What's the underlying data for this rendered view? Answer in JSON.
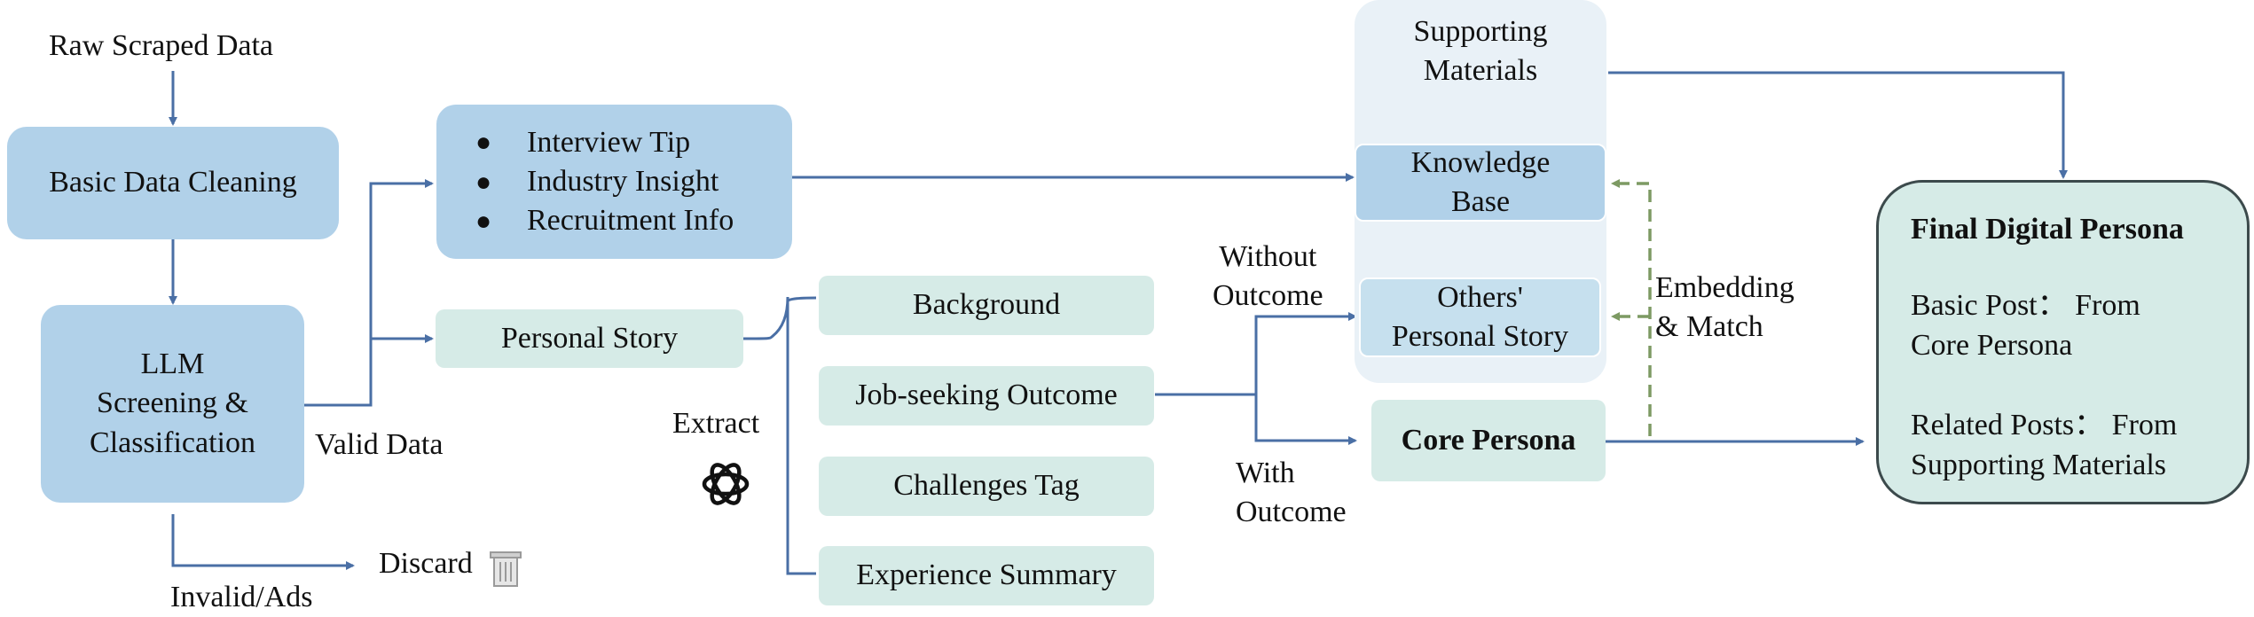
{
  "raw_data": "Raw Scraped Data",
  "basic_cleaning": "Basic Data Cleaning",
  "llm": {
    "line1": "LLM",
    "line2": "Screening &",
    "line3": "Classification"
  },
  "valid_data": "Valid Data",
  "invalid_ads": "Invalid/Ads",
  "discard": "Discard",
  "info_items": [
    "Interview Tip",
    "Industry Insight",
    "Recruitment Info"
  ],
  "personal_story": "Personal Story",
  "extract": "Extract",
  "tags": [
    "Background",
    "Job-seeking Outcome",
    "Challenges Tag",
    "Experience Summary"
  ],
  "without_outcome": {
    "line1": "Without",
    "line2": "Outcome"
  },
  "with_outcome": {
    "line1": "With",
    "line2": "Outcome"
  },
  "supporting": {
    "line1": "Supporting",
    "line2": "Materials"
  },
  "knowledge_base": {
    "line1": "Knowledge",
    "line2": "Base"
  },
  "others_story": {
    "line1": "Others'",
    "line2": "Personal Story"
  },
  "core_persona": "Core Persona",
  "embedding": {
    "line1": "Embedding",
    "line2": "& Match"
  },
  "final": {
    "title": "Final Digital Persona",
    "basic_line1": "Basic Post： From",
    "basic_line2": "Core Persona",
    "related_line1": "Related Posts： From",
    "related_line2": "Supporting Materials"
  },
  "colors": {
    "arrow": "#4a6fa5",
    "dashed": "#7d9a63",
    "blue_box": "#b1d1e9",
    "teal_box": "#d6ebe7"
  }
}
